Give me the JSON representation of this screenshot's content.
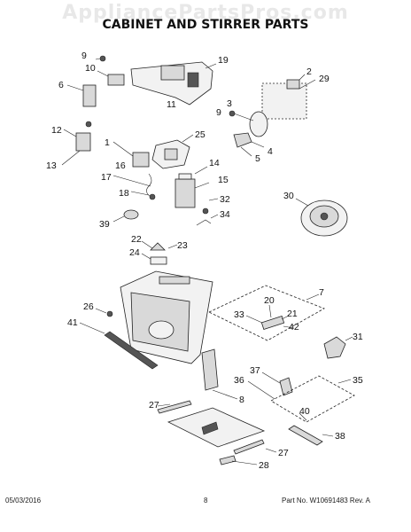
{
  "watermark": "AppliancePartsPros.com",
  "title": "CABINET AND STIRRER PARTS",
  "callouts": [
    "9",
    "10",
    "19",
    "6",
    "11",
    "2",
    "29",
    "9",
    "3",
    "1",
    "25",
    "12",
    "13",
    "5",
    "4",
    "16",
    "14",
    "17",
    "15",
    "18",
    "32",
    "39",
    "34",
    "30",
    "22",
    "23",
    "24",
    "7",
    "26",
    "20",
    "33",
    "21",
    "42",
    "41",
    "31",
    "37",
    "36",
    "35",
    "8",
    "27",
    "40",
    "38",
    "27",
    "28"
  ],
  "footer": {
    "date": "05/03/2016",
    "page": "8",
    "part_no": "Part No.  W10691483  Rev.  A"
  }
}
